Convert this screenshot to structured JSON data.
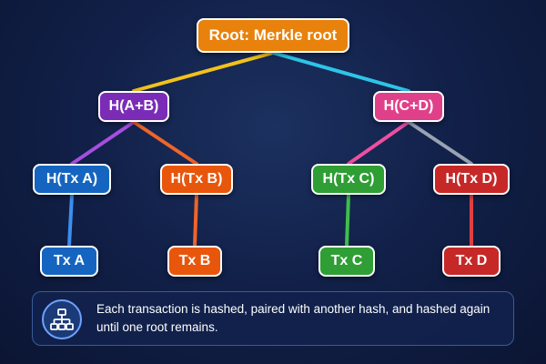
{
  "nodes": {
    "root": {
      "label": "Root: Merkle root",
      "color": "#e8820c"
    },
    "hab": {
      "label": "H(A+B)",
      "color": "#7b2cb7"
    },
    "hcd": {
      "label": "H(C+D)",
      "color": "#e0408a"
    },
    "ha": {
      "label": "H(Tx A)",
      "color": "#1565c0"
    },
    "hb": {
      "label": "H(Tx B)",
      "color": "#e8560c"
    },
    "hc": {
      "label": "H(Tx C)",
      "color": "#2e9e35"
    },
    "hd": {
      "label": "H(Tx D)",
      "color": "#c62828"
    },
    "ta": {
      "label": "Tx A",
      "color": "#1565c0"
    },
    "tb": {
      "label": "Tx B",
      "color": "#e8560c"
    },
    "tc": {
      "label": "Tx C",
      "color": "#2e9e35"
    },
    "td": {
      "label": "Tx D",
      "color": "#c62828"
    }
  },
  "edges": [
    {
      "from": "root",
      "to": "hab",
      "color": "#f2c21a"
    },
    {
      "from": "root",
      "to": "hcd",
      "color": "#2ec4e6"
    },
    {
      "from": "hab",
      "to": "ha",
      "color": "#a64ee0"
    },
    {
      "from": "hab",
      "to": "hb",
      "color": "#f0642a"
    },
    {
      "from": "hcd",
      "to": "hc",
      "color": "#ee4fa0"
    },
    {
      "from": "hcd",
      "to": "hd",
      "color": "#9aa3b3"
    },
    {
      "from": "ha",
      "to": "ta",
      "color": "#3d8ef0"
    },
    {
      "from": "hb",
      "to": "tb",
      "color": "#f0642a"
    },
    {
      "from": "hc",
      "to": "tc",
      "color": "#3fbf4a"
    },
    {
      "from": "hd",
      "to": "td",
      "color": "#e04040"
    }
  ],
  "caption": {
    "icon": "hierarchy-icon",
    "text": "Each transaction is hashed, paired with another hash, and hashed again until one root remains."
  }
}
